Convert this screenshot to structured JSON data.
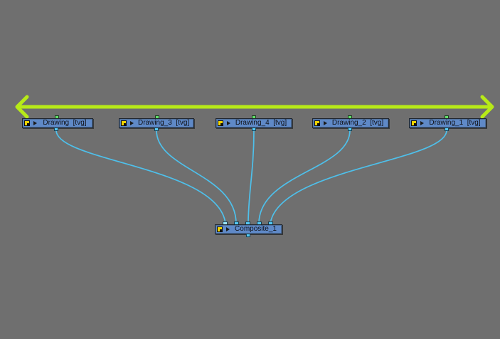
{
  "canvas": {
    "background": "#6f6f6f",
    "arrow_color": "#b7ea18",
    "wire_color": "#4ec0eb"
  },
  "nodes": [
    {
      "key": "drawing",
      "label": "Drawing  [tvg]",
      "icon": "drawing-icon"
    },
    {
      "key": "drawing_3",
      "label": "Drawing_3  [tvg]",
      "icon": "drawing-icon"
    },
    {
      "key": "drawing_4",
      "label": "Drawing_4  [tvg]",
      "icon": "drawing-icon"
    },
    {
      "key": "drawing_2",
      "label": "Drawing_2  [tvg]",
      "icon": "drawing-icon"
    },
    {
      "key": "drawing_1",
      "label": "Drawing_1  [tvg]",
      "icon": "drawing-icon"
    }
  ],
  "composite": {
    "label": "Composite_1",
    "icon": "composite-icon"
  }
}
